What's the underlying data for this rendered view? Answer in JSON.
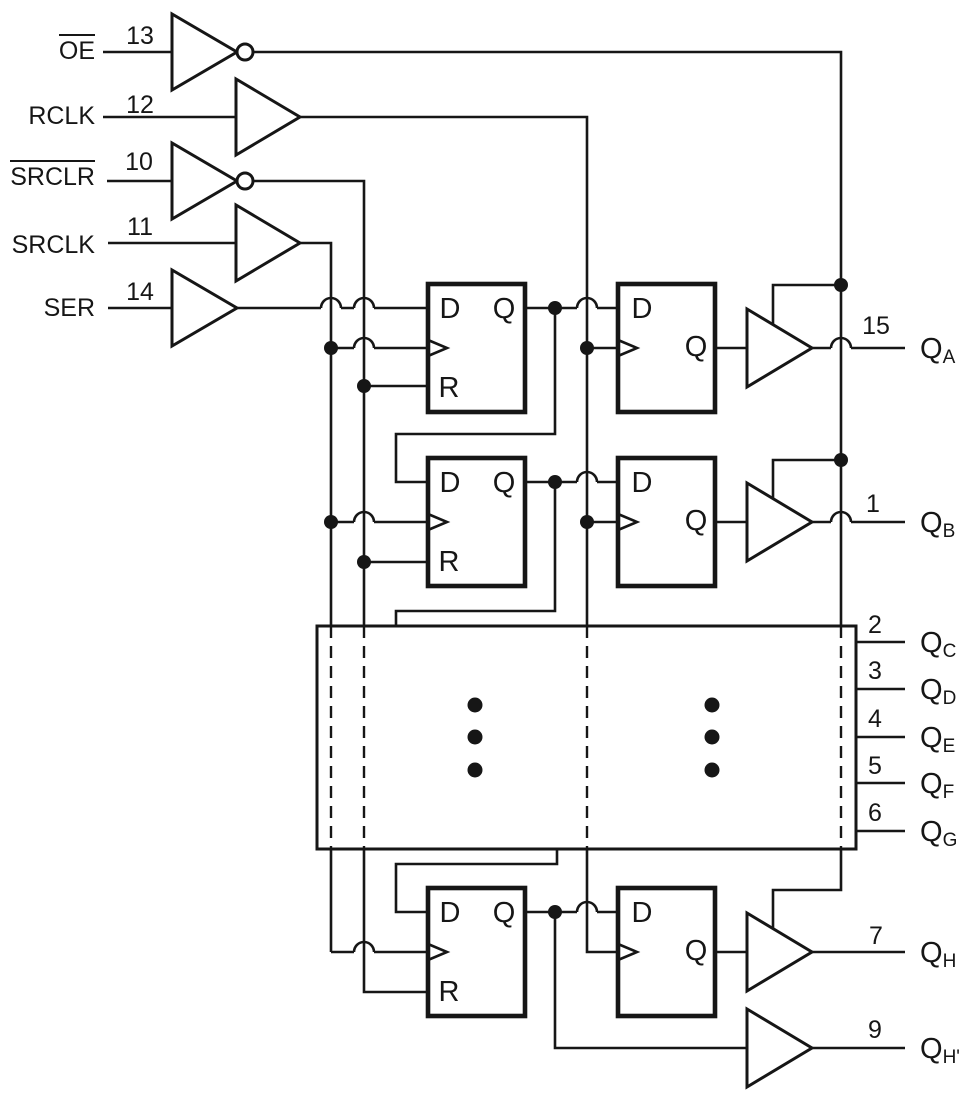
{
  "inputs": [
    {
      "label": "OE",
      "pin": "13",
      "overline": true
    },
    {
      "label": "RCLK",
      "pin": "12",
      "overline": false
    },
    {
      "label": "SRCLR",
      "pin": "10",
      "overline": true
    },
    {
      "label": "SRCLK",
      "pin": "11",
      "overline": false
    },
    {
      "label": "SER",
      "pin": "14",
      "overline": false
    }
  ],
  "outputs": [
    {
      "base": "Q",
      "sub": "A",
      "pin": "15"
    },
    {
      "base": "Q",
      "sub": "B",
      "pin": "1"
    },
    {
      "base": "Q",
      "sub": "C",
      "pin": "2"
    },
    {
      "base": "Q",
      "sub": "D",
      "pin": "3"
    },
    {
      "base": "Q",
      "sub": "E",
      "pin": "4"
    },
    {
      "base": "Q",
      "sub": "F",
      "pin": "5"
    },
    {
      "base": "Q",
      "sub": "G",
      "pin": "6"
    },
    {
      "base": "Q",
      "sub": "H",
      "pin": "7"
    },
    {
      "base": "Q",
      "sub": "H'",
      "pin": "9"
    }
  ],
  "flipflop_labels": {
    "d": "D",
    "q": "Q",
    "r": "R"
  },
  "colors": {
    "line": "#161616",
    "background": "#ffffff"
  }
}
